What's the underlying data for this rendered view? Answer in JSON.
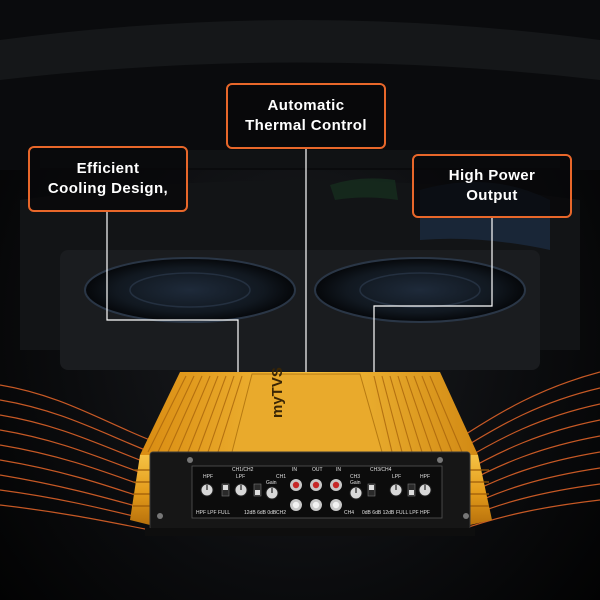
{
  "callouts": {
    "cooling": {
      "line1": "Efficient",
      "line2": "Cooling Design,"
    },
    "thermal": {
      "line1": "Automatic",
      "line2": "Thermal Control"
    },
    "power": {
      "line1": "High Power",
      "line2": "Output"
    }
  },
  "amplifier": {
    "brand": "myTVS",
    "panel_labels": {
      "ch12": "CH1/CH2",
      "ch34": "CH3/CH4",
      "ch1": "CH1",
      "ch2": "CH2",
      "ch3": "CH3",
      "ch4": "CH4",
      "in_left": "IN",
      "out": "OUT",
      "in_right": "IN",
      "hpf": "HPF",
      "lpf": "LPF",
      "gain": "Gain",
      "modes_left": "HPF LPF FULL",
      "bass_left": "12dB 6dB 0dB",
      "bass_right": "0dB 6dB 12dB",
      "modes_right": "FULL LPF HPF"
    }
  },
  "colors": {
    "accent": "#e8672a",
    "heatsink": "#e3a21f",
    "panel": "#1a1a1a"
  }
}
